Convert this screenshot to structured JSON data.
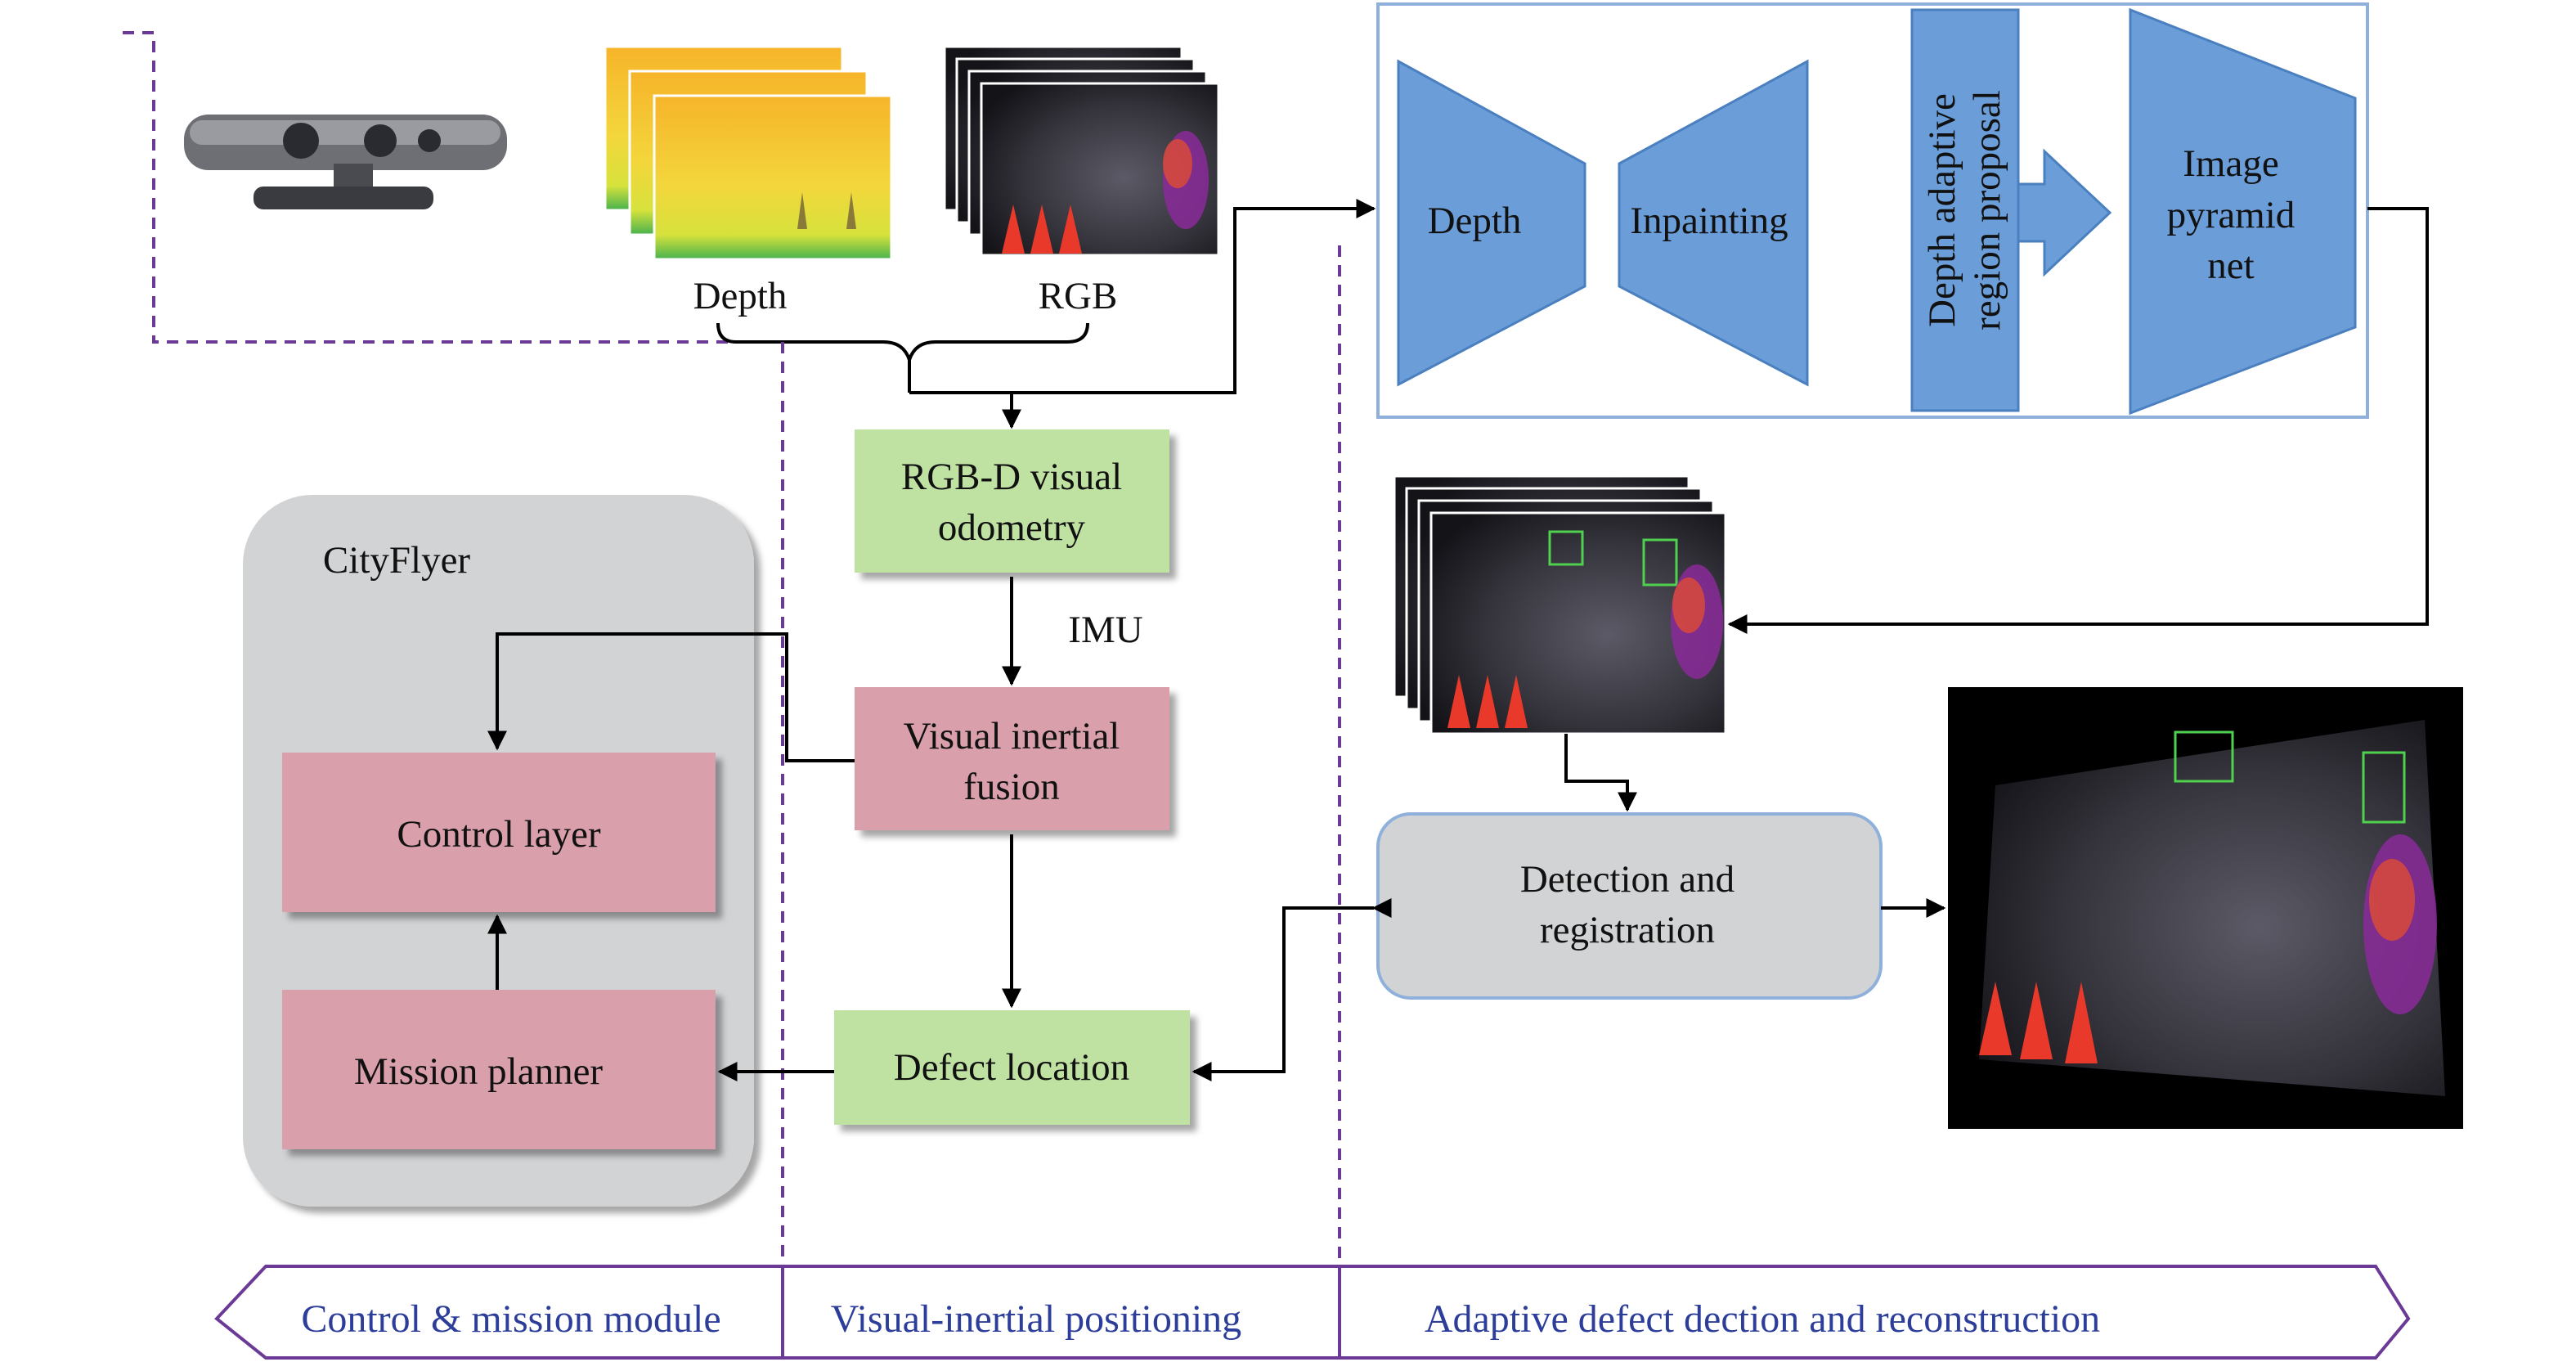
{
  "sensor": {
    "depth_label": "Depth",
    "rgb_label": "RGB"
  },
  "network": {
    "encoder_label": "Depth",
    "decoder_label": "Inpainting",
    "proposal_label_line1": "Depth adaptive",
    "proposal_label_line2": "region proposal",
    "pyramid_label_line1": "Image",
    "pyramid_label_line2": "pyramid",
    "pyramid_label_line3": "net"
  },
  "nodes": {
    "vo_line1": "RGB-D visual",
    "vo_line2": "odometry",
    "imu_label": "IMU",
    "vif_line1": "Visual inertial",
    "vif_line2": "fusion",
    "defect_location": "Defect location",
    "detection_line1": "Detection and",
    "detection_line2": "registration"
  },
  "cityflyer": {
    "title": "CityFlyer",
    "control_layer": "Control layer",
    "mission_planner": "Mission planner"
  },
  "modules": {
    "control": "Control & mission module",
    "positioning": "Visual-inertial positioning",
    "detection": "Adaptive defect dection and reconstruction"
  },
  "colors": {
    "green_box": "#bfe2a3",
    "pink_box": "#d99faa",
    "gray_box": "#d2d3d5",
    "blue_shape": "#6b9ed9",
    "module_purple": "#6a3a96"
  }
}
